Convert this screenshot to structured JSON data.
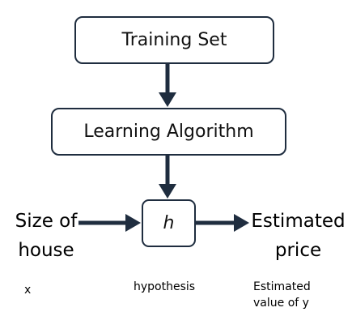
{
  "diagram": {
    "training_box": {
      "label": "Training Set"
    },
    "learning_box": {
      "label": "Learning Algorithm"
    },
    "hypothesis_box": {
      "label": "h"
    },
    "input": {
      "line1": "Size of",
      "line2": "house",
      "caption": "x"
    },
    "output": {
      "line1": "Estimated",
      "line2": "price",
      "caption_line1": "Estimated",
      "caption_line2": "value of y"
    },
    "hypothesis_caption": "hypothesis",
    "colors": {
      "box_border": "#1f2d3f",
      "arrow": "#1f2d3f",
      "text": "#000000"
    }
  }
}
